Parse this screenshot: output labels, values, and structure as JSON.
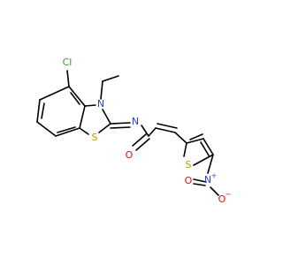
{
  "molecule": {
    "atoms": {
      "cl": {
        "symbol": "Cl",
        "color": "#2e9e2e"
      },
      "n_ring": {
        "symbol": "N",
        "color": "#2b3fd6"
      },
      "s_ring": {
        "symbol": "S",
        "color": "#b8a000"
      },
      "n_imine": {
        "symbol": "N",
        "color": "#2b3fd6"
      },
      "o_carbonyl": {
        "symbol": "O",
        "color": "#e01010"
      },
      "s_thiophene": {
        "symbol": "S",
        "color": "#b8a000"
      },
      "n_nitro": {
        "symbol": "N",
        "color": "#2b3fd6"
      },
      "n_nitro_charge": {
        "symbol": "+",
        "color": "#2b3fd6"
      },
      "o_nitro_top": {
        "symbol": "O",
        "color": "#e01010"
      },
      "o_nitro_minus": {
        "symbol": "O",
        "color": "#e01010"
      },
      "o_nitro_minus_charge": {
        "symbol": "−",
        "color": "#e01010"
      }
    },
    "bond_color": "#000000"
  }
}
